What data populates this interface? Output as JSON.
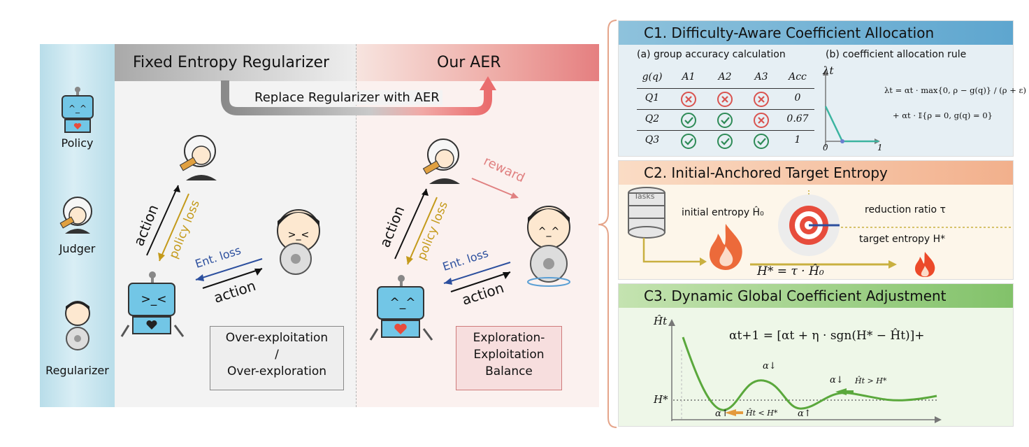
{
  "roles": {
    "policy": "Policy",
    "judger": "Judger",
    "regularizer": "Regularizer"
  },
  "panels": {
    "fixed_title": "Fixed Entropy Regularizer",
    "aer_title": "Our AER",
    "replace_arrow": "Replace Regularizer with AER"
  },
  "fixed_side": {
    "action_up": "action",
    "policy_loss": "policy loss",
    "ent_loss": "Ent. loss",
    "action_right": "action",
    "screen_face": ">_<",
    "callout": [
      "Over-exploitation",
      "/",
      "Over-exploration"
    ]
  },
  "aer_side": {
    "reward": "reward",
    "action_up": "action",
    "policy_loss": "policy loss",
    "ent_loss": "Ent. loss",
    "action_right": "action",
    "screen_face": "^_^",
    "callout": [
      "Exploration-",
      "Exploitation",
      "Balance"
    ]
  },
  "c1": {
    "title": "C1. Difficulty-Aware Coefficient Allocation",
    "sub_a": "(a) group accuracy calculation",
    "sub_b": "(b) coefficient allocation rule",
    "table_headers": [
      "g(q)",
      "A1",
      "A2",
      "A3",
      "Acc"
    ],
    "rows": [
      {
        "q": "Q1",
        "marks": [
          "x",
          "x",
          "x"
        ],
        "acc": "0"
      },
      {
        "q": "Q2",
        "marks": [
          "check",
          "check",
          "x"
        ],
        "acc": "0.67"
      },
      {
        "q": "Q3",
        "marks": [
          "check",
          "check",
          "check"
        ],
        "acc": "1"
      }
    ],
    "plot_ylabel": "λt",
    "plot_x0": "0",
    "plot_x1": "1",
    "formula_line1": "λt = αt · max{0, ρ − g(q)} / (ρ + ε)",
    "formula_line2": "+ αt · 𝕀{ρ = 0, g(q) = 0}"
  },
  "c2": {
    "title": "C2. Initial-Anchored Target Entropy",
    "tasks_label": "Tasks",
    "initial_entropy": "initial entropy Ĥ₀",
    "reduction_ratio": "reduction ratio τ",
    "target_entropy": "target entropy H*",
    "formula": "H* = τ · Ĥ₀"
  },
  "c3": {
    "title": "C3. Dynamic Global Coefficient Adjustment",
    "ylabel": "Ĥt",
    "hline_label": "H*",
    "formula": "αt+1 = [αt + η · sgn(H* − Ĥt)]+",
    "annotations": {
      "down1": "α↓",
      "down2": "α↓",
      "up1": "α↑",
      "up2": "α↑",
      "above": "Ĥt > H*",
      "below": "Ĥt < H*"
    }
  },
  "colors": {
    "fail": "#d9534f",
    "pass": "#2e8b57",
    "policy_loss": "#c49a1a",
    "ent_loss": "#2c4f9e",
    "reward": "#e08080",
    "curve": "#5aa83c"
  }
}
